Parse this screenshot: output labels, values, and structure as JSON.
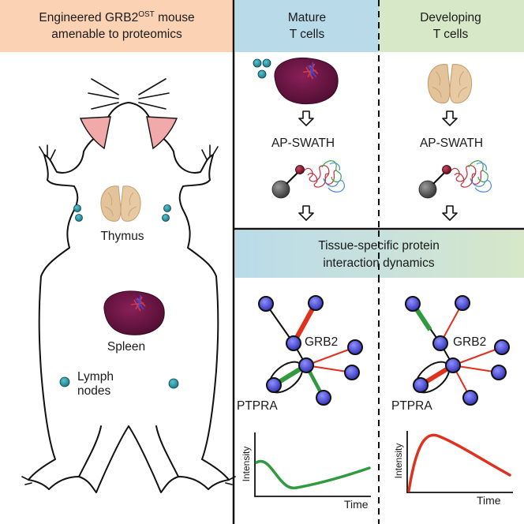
{
  "left_panel": {
    "title_line1_prefix": "Engineered GRB2",
    "title_line1_superscript": "OST",
    "title_line1_suffix": " mouse",
    "title_line2": "amenable to proteomics",
    "organs": {
      "thymus": "Thymus",
      "spleen": "Spleen",
      "lymph_nodes_line1": "Lymph",
      "lymph_nodes_line2": "nodes"
    }
  },
  "mature": {
    "header_line1": "Mature",
    "header_line2": "T cells",
    "method": "AP-SWATH",
    "hub_label": "GRB2",
    "target_label": "PTPRA",
    "plot_ylabel": "Intensity",
    "plot_xlabel": "Time"
  },
  "developing": {
    "header_line1": "Developing",
    "header_line2": "T cells",
    "method": "AP-SWATH",
    "hub_label": "GRB2",
    "target_label": "PTPRA",
    "plot_ylabel": "Intensity",
    "plot_xlabel": "Time"
  },
  "result_header": {
    "line1": "Tissue-specific protein",
    "line2": "interaction dynamics"
  },
  "colors": {
    "left_header": "#fbd3b4",
    "mature_header": "#b9dbe9",
    "developing_header": "#d6e8c8",
    "node_fill": "#4747c9",
    "node_stroke": "#1a1a1a",
    "lymph_node": "#2b97a6",
    "edge_red": "#e0301e",
    "edge_green": "#2f9a3e",
    "spleen": "#6a1444",
    "thymus": "#e2c39a",
    "ear": "#f1a9a9"
  }
}
